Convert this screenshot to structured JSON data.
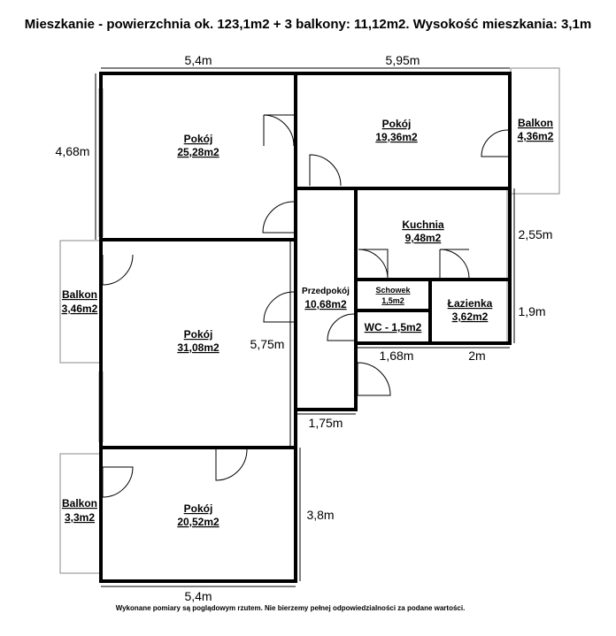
{
  "title": "Mieszkanie - powierzchnia ok. 123,1m2 + 3 balkony: 11,12m2. Wysokość mieszkania: 3,1m",
  "footer": "Wykonane pomiary są poglądowym rzutem. Nie bierzemy pełnej odpowiedzialności za podane wartości.",
  "rooms": {
    "pokoj_nw": {
      "name": "Pokój",
      "area": "25,28m2"
    },
    "pokoj_ne": {
      "name": "Pokój",
      "area": "19,36m2"
    },
    "balkon_e": {
      "name": "Balkon",
      "area": "4,36m2"
    },
    "kuchnia": {
      "name": "Kuchnia",
      "area": "9,48m2"
    },
    "przedpokoj": {
      "name": "Przedpokój",
      "area": "10,68m2"
    },
    "schowek": {
      "name": "Schowek",
      "area": "1,5m2"
    },
    "lazienka": {
      "name": "Łazienka",
      "area": "3,62m2"
    },
    "wc": {
      "label": "WC - 1,5m2"
    },
    "balkon_w1": {
      "name": "Balkon",
      "area": "3,46m2"
    },
    "pokoj_w": {
      "name": "Pokój",
      "area": "31,08m2"
    },
    "balkon_w2": {
      "name": "Balkon",
      "area": "3,3m2"
    },
    "pokoj_sw": {
      "name": "Pokój",
      "area": "20,52m2"
    }
  },
  "dimensions": {
    "top_left": "5,4m",
    "top_right": "5,95m",
    "left_top": "4,68m",
    "kitchen_right": "2,55m",
    "bath_right": "1,9m",
    "wc_bottom": "1,68m",
    "bath_bottom": "2m",
    "middle_height": "5,75m",
    "hall_bottom": "1,75m",
    "bottom_right": "3,8m",
    "bottom": "5,4m"
  }
}
